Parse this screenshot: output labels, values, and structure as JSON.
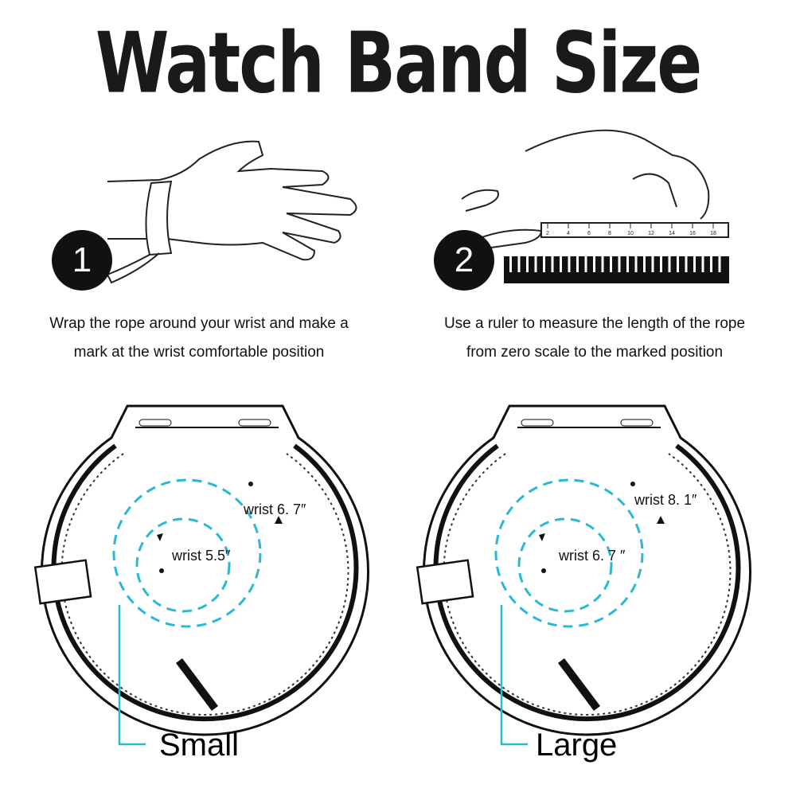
{
  "title": "Watch Band Size",
  "steps": [
    {
      "number": "1",
      "text_line1": "Wrap the rope around your wrist and make a",
      "text_line2": "mark at the wrist comfortable position"
    },
    {
      "number": "2",
      "text_line1": "Use a ruler to measure the length of the rope",
      "text_line2": "from zero scale to the marked position"
    }
  ],
  "bands": [
    {
      "size": "Small",
      "inner_label": "wrist 5.5″",
      "outer_label": "wrist 6. 7″"
    },
    {
      "size": "Large",
      "inner_label": "wrist 6. 7 ″",
      "outer_label": "wrist 8. 1″"
    }
  ],
  "ruler_marks": [
    "2",
    "4",
    "6",
    "8",
    "10",
    "12",
    "14",
    "16",
    "18"
  ],
  "colors": {
    "accent": "#2bb7d6",
    "ink": "#111111"
  }
}
